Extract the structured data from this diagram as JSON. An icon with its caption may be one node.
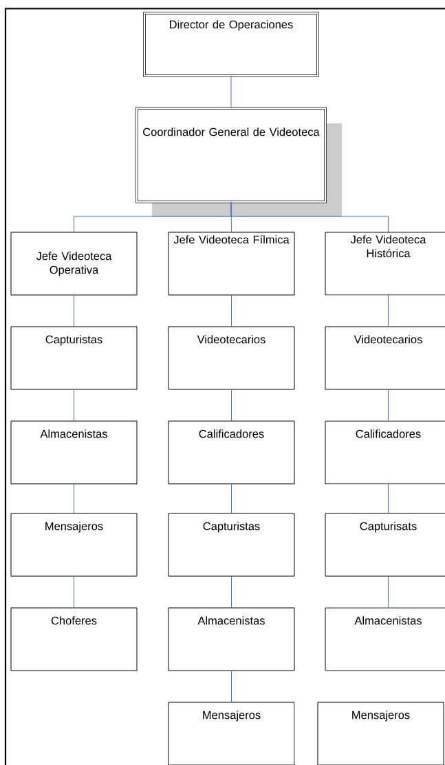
{
  "diagram": {
    "nodes": [
      {
        "text": [
          "Director de Operaciones"
        ]
      },
      {
        "text": [
          "Coordinador General de Videoteca"
        ]
      },
      {
        "text": [
          "Jefe Videoteca Operativa"
        ]
      },
      {
        "text": [
          "Jefe Videoteca Fílmica"
        ]
      },
      {
        "text": [
          "Jefe Videoteca Histórica"
        ]
      },
      {
        "text": [
          "Capturistas"
        ]
      },
      {
        "text": [
          "Videotecarios"
        ]
      },
      {
        "text": [
          "Videotecarios"
        ]
      },
      {
        "text": [
          "Almacenistas"
        ]
      },
      {
        "text": [
          "Calificadores"
        ]
      },
      {
        "text": [
          "Calificadores"
        ]
      },
      {
        "text": [
          "Mensajeros"
        ]
      },
      {
        "text": [
          "Capturistas"
        ]
      },
      {
        "text": [
          "Capturisats"
        ]
      },
      {
        "text": [
          "Choferes"
        ]
      },
      {
        "text": [
          "Almacenistas"
        ]
      },
      {
        "text": [
          "Almacenistas"
        ]
      },
      {
        "text": [
          "Mensajeros"
        ]
      },
      {
        "text": [
          "Mensajeros"
        ]
      }
    ],
    "edges": [
      {
        "from": 0,
        "to": 1,
        "arrow": "none"
      },
      {
        "from": 1,
        "to": 2,
        "arrow": "none"
      },
      {
        "from": 1,
        "to": 3,
        "arrow": "none"
      },
      {
        "from": 1,
        "to": 4,
        "arrow": "none"
      },
      {
        "from": 2,
        "to": 5,
        "arrow": "none"
      },
      {
        "from": 5,
        "to": 8,
        "arrow": "none"
      },
      {
        "from": 8,
        "to": 11,
        "arrow": "none"
      },
      {
        "from": 11,
        "to": 14,
        "arrow": "none"
      },
      {
        "from": 3,
        "to": 6,
        "arrow": "none"
      },
      {
        "from": 6,
        "to": 9,
        "arrow": "none"
      },
      {
        "from": 9,
        "to": 12,
        "arrow": "none"
      },
      {
        "from": 12,
        "to": 15,
        "arrow": "none"
      },
      {
        "from": 15,
        "to": 17,
        "arrow": "none"
      },
      {
        "from": 4,
        "to": 7,
        "arrow": "none"
      },
      {
        "from": 7,
        "to": 10,
        "arrow": "none"
      },
      {
        "from": 10,
        "to": 13,
        "arrow": "none"
      },
      {
        "from": 13,
        "to": 16,
        "arrow": "none"
      }
    ]
  }
}
